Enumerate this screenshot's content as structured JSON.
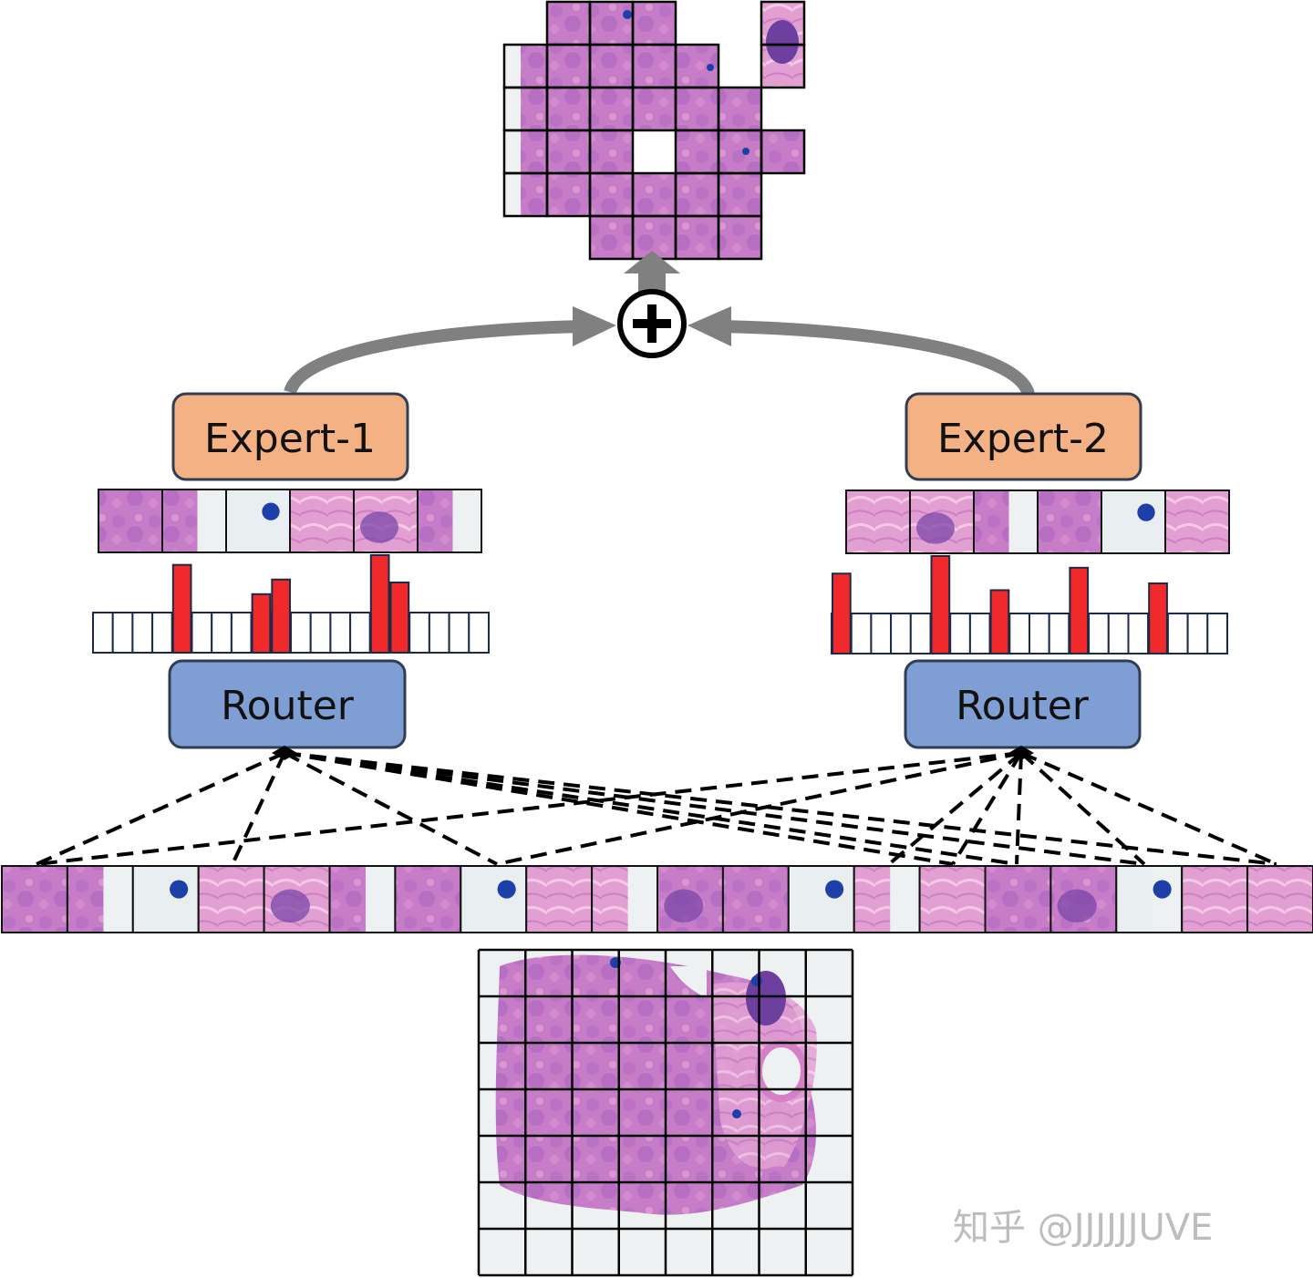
{
  "experts": [
    {
      "label": "Expert-1",
      "router_label": "Router",
      "tokens": 6,
      "gate_slots": 20,
      "gate_weights": [
        0,
        0,
        0,
        0,
        0.9,
        0,
        0,
        0,
        0.6,
        0.75,
        0,
        0,
        0,
        0,
        1.0,
        0.72,
        0,
        0,
        0,
        0
      ]
    },
    {
      "label": "Expert-2",
      "router_label": "Router",
      "tokens": 6,
      "gate_slots": 20,
      "gate_weights": [
        0.82,
        0,
        0,
        0,
        0,
        1.0,
        0,
        0,
        0.65,
        0,
        0,
        0,
        0.88,
        0,
        0,
        0,
        0.72,
        0,
        0,
        0
      ]
    }
  ],
  "combine_symbol": "+",
  "input_sequence_length": 20,
  "grid": {
    "rows": 7,
    "cols": 8
  },
  "output_grid": {
    "rows": 6,
    "cols": 7
  },
  "colors": {
    "expert_fill": "#F4B183",
    "expert_stroke": "#2F3E55",
    "router_fill": "#7F9FD4",
    "router_stroke": "#2F3E55",
    "gate_bar": "#F02A2A",
    "arrow": "#808080",
    "tissue": "#C77CC8",
    "tissue_dark": "#8E4FB5",
    "stain_blue": "#1E3FA8"
  },
  "watermark": "知乎 @JJJJJJUVE"
}
